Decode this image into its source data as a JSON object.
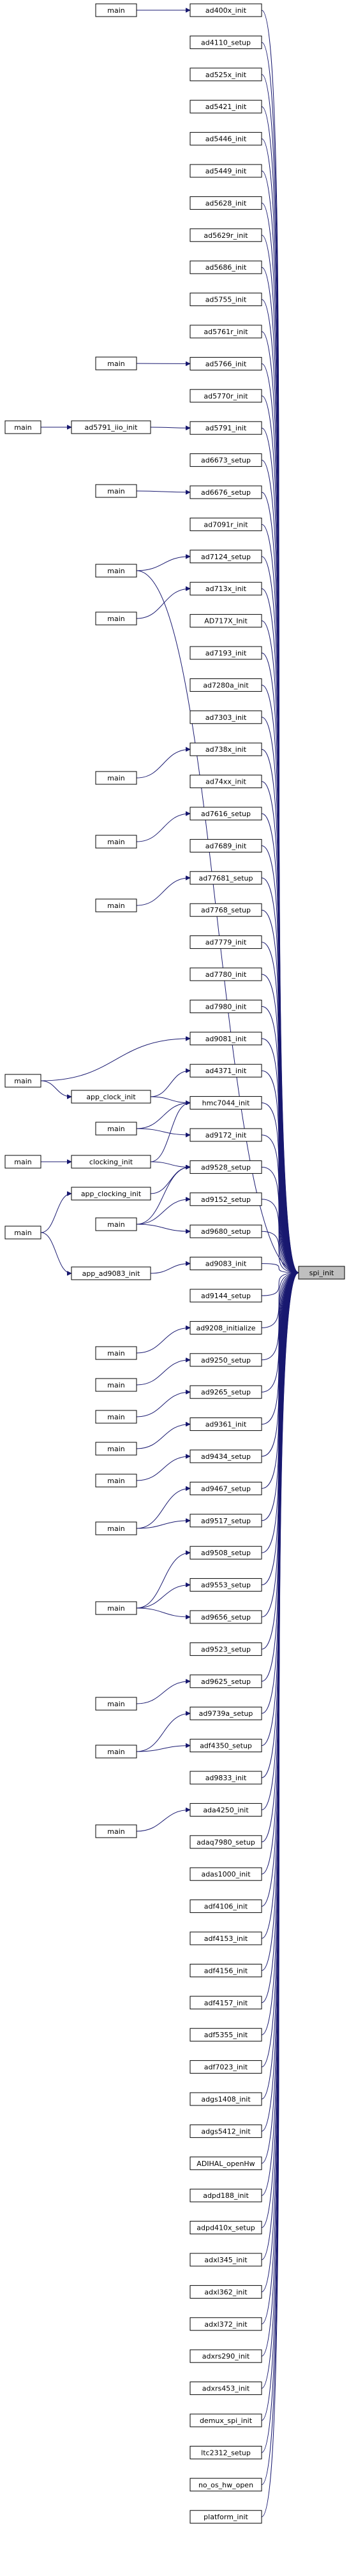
{
  "target": "spi_init",
  "callers": [
    "ad400x_init",
    "ad4110_setup",
    "ad525x_init",
    "ad5421_init",
    "ad5446_init",
    "ad5449_init",
    "ad5628_init",
    "ad5629r_init",
    "ad5686_init",
    "ad5755_init",
    "ad5761r_init",
    "ad5766_init",
    "ad5770r_init",
    "ad5791_init",
    "ad6673_setup",
    "ad6676_setup",
    "ad7091r_init",
    "ad7124_setup",
    "ad713x_init",
    "AD717X_Init",
    "ad7193_init",
    "ad7280a_init",
    "ad7303_init",
    "ad738x_init",
    "ad74xx_init",
    "ad7616_setup",
    "ad7689_init",
    "ad77681_setup",
    "ad7768_setup",
    "ad7779_init",
    "ad7780_init",
    "ad7980_init",
    "ad9081_init",
    "ad4371_init",
    "hmc7044_init",
    "ad9172_init",
    "ad9528_setup",
    "ad9152_setup",
    "ad9680_setup",
    "ad9083_init",
    "ad9144_setup",
    "ad9208_initialize",
    "ad9250_setup",
    "ad9265_setup",
    "ad9361_init",
    "ad9434_setup",
    "ad9467_setup",
    "ad9517_setup",
    "ad9508_setup",
    "ad9553_setup",
    "ad9656_setup",
    "ad9523_setup",
    "ad9625_setup",
    "ad9739a_setup",
    "adf4350_setup",
    "ad9833_init",
    "ada4250_init",
    "adaq7980_setup",
    "adas1000_init",
    "adf4106_init",
    "adf4153_init",
    "adf4156_init",
    "adf4157_init",
    "adf5355_init",
    "adf7023_init",
    "adgs1408_init",
    "adgs5412_init",
    "ADIHAL_openHw",
    "adpd188_init",
    "adpd410x_setup",
    "adxl345_init",
    "adxl362_init",
    "adxl372_init",
    "adxrs290_init",
    "adxrs453_init",
    "demux_spi_init",
    "ltc2312_setup",
    "no_os_hw_open",
    "platform_init"
  ],
  "indirect": [
    {
      "label": "main",
      "callees": [
        "ad400x_init"
      ]
    },
    {
      "label": "main",
      "callees": [
        "ad5766_init"
      ]
    },
    {
      "label": "ad5791_iio_init",
      "callees": [
        "ad5791_init"
      ]
    },
    {
      "label": "main",
      "callees": [
        "ad5791_iio_init"
      ]
    },
    {
      "label": "main",
      "callees": [
        "ad6676_setup"
      ]
    },
    {
      "label": "main",
      "callees": [
        "ad7124_setup",
        "spi_init"
      ]
    },
    {
      "label": "main",
      "callees": [
        "ad713x_init"
      ]
    },
    {
      "label": "main",
      "callees": [
        "ad738x_init"
      ]
    },
    {
      "label": "main",
      "callees": [
        "ad7616_setup"
      ]
    },
    {
      "label": "main",
      "callees": [
        "ad77681_setup"
      ]
    },
    {
      "label": "app_clock_init",
      "callees": [
        "ad4371_init",
        "hmc7044_init"
      ]
    },
    {
      "label": "main",
      "callees": [
        "ad9081_init",
        "app_clock_init"
      ]
    },
    {
      "label": "clocking_init",
      "callees": [
        "hmc7044_init",
        "ad9528_setup"
      ]
    },
    {
      "label": "main",
      "callees": [
        "clocking_init"
      ]
    },
    {
      "label": "main",
      "callees": [
        "hmc7044_init",
        "ad9172_init"
      ]
    },
    {
      "label": "app_clocking_init",
      "callees": [
        "ad9528_setup"
      ]
    },
    {
      "label": "main",
      "callees": [
        "ad9528_setup",
        "ad9152_setup",
        "ad9680_setup"
      ]
    },
    {
      "label": "app_ad9083_init",
      "callees": [
        "ad9083_init"
      ]
    },
    {
      "label": "main",
      "callees": [
        "app_clocking_init",
        "app_ad9083_init"
      ]
    },
    {
      "label": "main",
      "callees": [
        "ad9208_initialize"
      ]
    },
    {
      "label": "main",
      "callees": [
        "ad9250_setup"
      ]
    },
    {
      "label": "main",
      "callees": [
        "ad9265_setup"
      ]
    },
    {
      "label": "main",
      "callees": [
        "ad9361_init"
      ]
    },
    {
      "label": "main",
      "callees": [
        "ad9434_setup"
      ]
    },
    {
      "label": "main",
      "callees": [
        "ad9467_setup",
        "ad9517_setup"
      ]
    },
    {
      "label": "main",
      "callees": [
        "ad9508_setup",
        "ad9553_setup",
        "ad9656_setup"
      ]
    },
    {
      "label": "main",
      "callees": [
        "ad9625_setup"
      ]
    },
    {
      "label": "main",
      "callees": [
        "ad9739a_setup",
        "adf4350_setup"
      ]
    },
    {
      "label": "main",
      "callees": [
        "ada4250_init"
      ]
    }
  ]
}
